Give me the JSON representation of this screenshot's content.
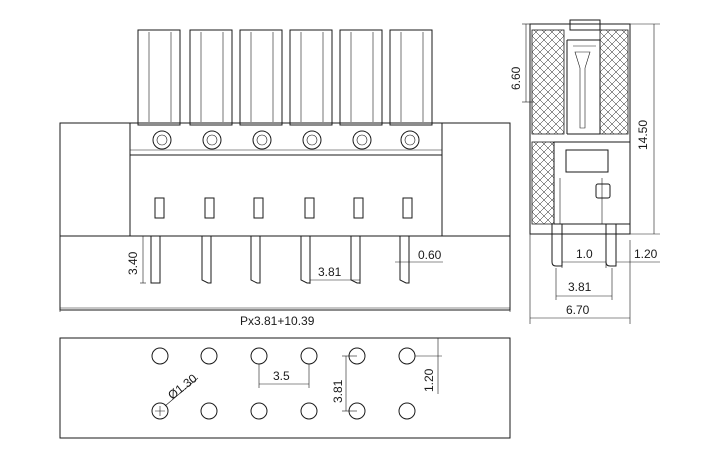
{
  "dimensions": {
    "pin_length": "3.40",
    "pin_width": "0.60",
    "pitch_front": "3.81",
    "overall_length": "Px3.81+10.39",
    "side_top": "6.60",
    "side_height": "14.50",
    "side_inner": "1.0",
    "side_offset": "1.20",
    "side_pitch": "3.81",
    "side_width": "6.70",
    "hole_dia": "Ø1.30",
    "hole_pitch_x": "3.5",
    "hole_pitch_y": "3.81",
    "hole_offset": "1.20"
  },
  "colors": {
    "line": "#1a1a1a",
    "background": "#ffffff"
  }
}
